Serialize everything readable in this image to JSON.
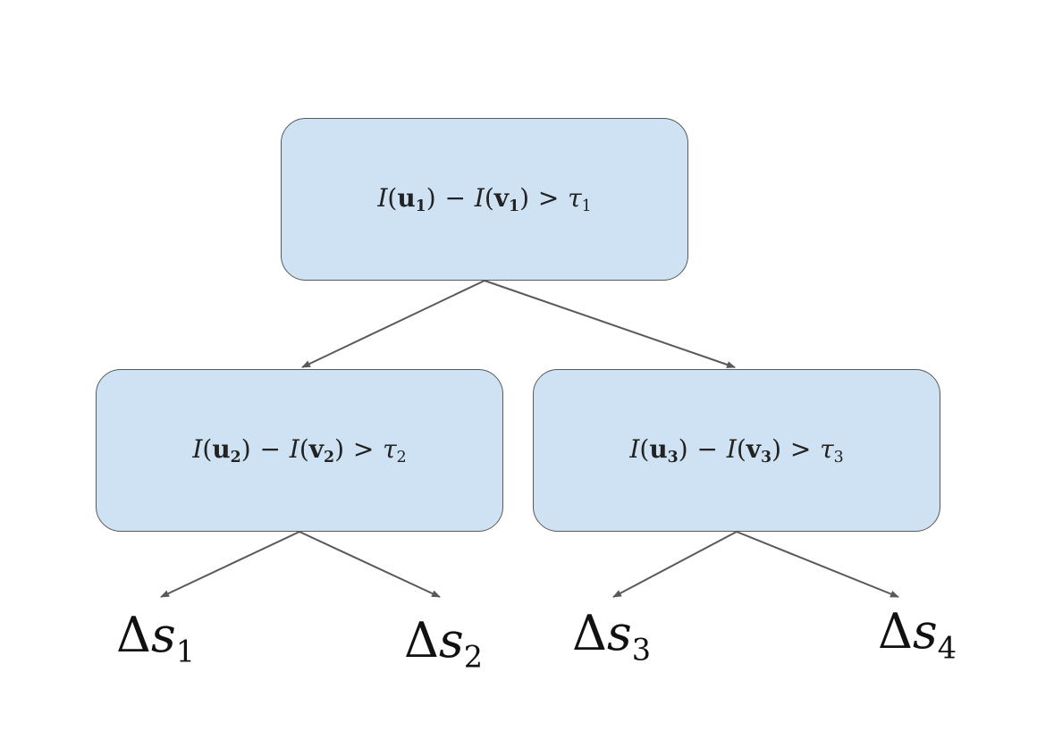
{
  "diagram": {
    "nodes": [
      {
        "id": "root",
        "fn": "I",
        "u": "u",
        "v": "v",
        "index": "1",
        "op": "−",
        "cmp": ">",
        "threshold": "τ"
      },
      {
        "id": "left",
        "fn": "I",
        "u": "u",
        "v": "v",
        "index": "2",
        "op": "−",
        "cmp": ">",
        "threshold": "τ"
      },
      {
        "id": "right",
        "fn": "I",
        "u": "u",
        "v": "v",
        "index": "3",
        "op": "−",
        "cmp": ">",
        "threshold": "τ"
      }
    ],
    "leaves": [
      {
        "symbol": "Δ",
        "var": "s",
        "index": "1"
      },
      {
        "symbol": "Δ",
        "var": "s",
        "index": "2"
      },
      {
        "symbol": "Δ",
        "var": "s",
        "index": "3"
      },
      {
        "symbol": "Δ",
        "var": "s",
        "index": "4"
      }
    ],
    "edges": [
      {
        "from": "root",
        "to": "left"
      },
      {
        "from": "root",
        "to": "right"
      },
      {
        "from": "left",
        "to": "leaf-1"
      },
      {
        "from": "left",
        "to": "leaf-2"
      },
      {
        "from": "right",
        "to": "leaf-3"
      },
      {
        "from": "right",
        "to": "leaf-4"
      }
    ],
    "colors": {
      "node_fill": "#cfe2f3",
      "node_border": "#595959",
      "edge": "#595959"
    }
  }
}
